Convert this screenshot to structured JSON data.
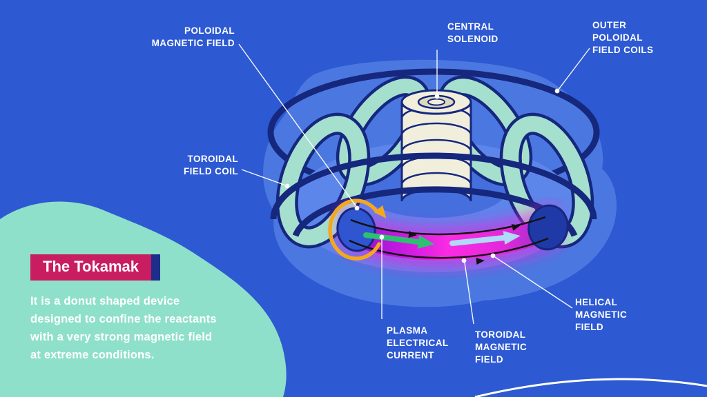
{
  "page": {
    "background": "#2d59d2"
  },
  "panel": {
    "title": "The Tokamak",
    "description": "It is a donut shaped device\ndesigned to confine the reactants\nwith a very strong magnetic field\nat extreme conditions."
  },
  "labels": {
    "poloidal_magnetic_field": "POLOIDAL\nMAGNETIC FIELD",
    "central_solenoid": "CENTRAL\nSOLENOID",
    "outer_poloidal_field_coils": "OUTER\nPOLOIDAL\nFIELD COILS",
    "toroidal_field_coil": "TOROIDAL\nFIELD COIL",
    "plasma_electrical_current": "PLASMA\nELECTRICAL\nCURRENT",
    "toroidal_magnetic_field": "TOROIDAL\nMAGNETIC\nFIELD",
    "helical_magnetic_field": "HELICAL\nMAGNETIC\nFIELD"
  },
  "colors": {
    "background": "#2d59d2",
    "mint_blob": "#8ee0ca",
    "title_bg": "#c91d61",
    "title_shadow": "#1c2e8a",
    "coil_navy": "#16277e",
    "coil_teal": "#a5e0ce",
    "solenoid_cream": "#f1efdc",
    "plasma_magenta": "#fb2be4",
    "plasma_current_green": "#2fbf71",
    "toroidal_field_blue": "#aedaf8",
    "poloidal_arrow_orange": "#f4a81d"
  }
}
